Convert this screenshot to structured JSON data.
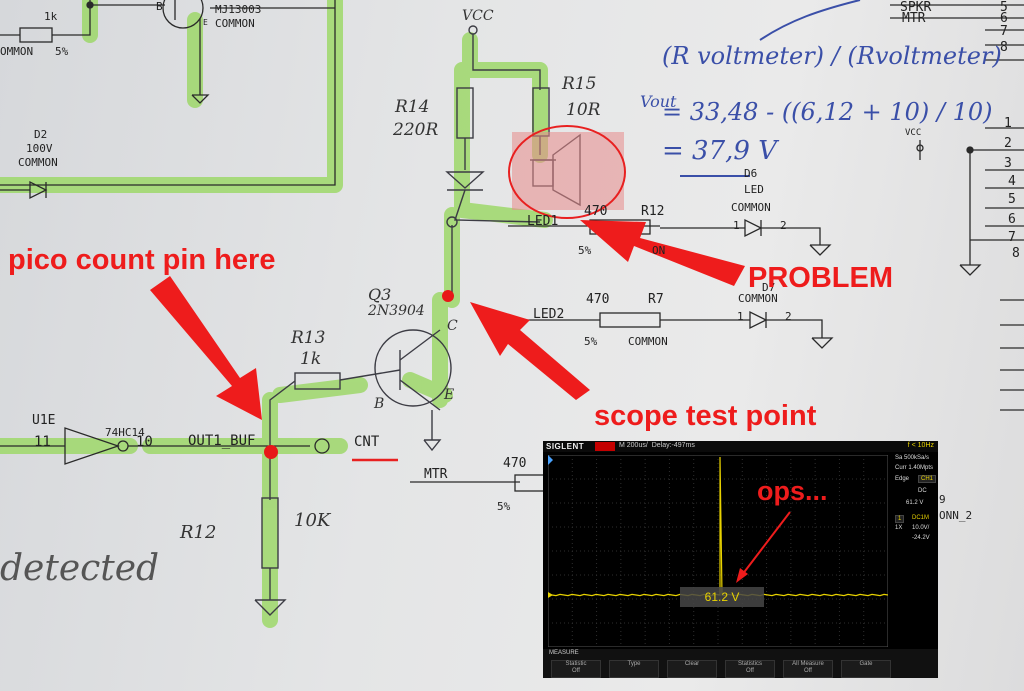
{
  "schematic": {
    "q_top_part": "MJ13003",
    "q_top_common": "COMMON",
    "q_top_b": "B",
    "q_top_e": "E",
    "r_top_value": "1k",
    "r_top_common": "OMMON",
    "r_top_tol": "5%",
    "d2_ref": "D2",
    "d2_value": "100V",
    "d2_common": "COMMON",
    "vcc_left": "VCC",
    "r14_ref": "R14",
    "r14_value": "220R",
    "r15_ref": "R15",
    "r15_value": "10R",
    "led1_net": "LED1",
    "led1_r_value": "470",
    "led1_r_ref": "R12",
    "led1_tol": "5%",
    "led1_common_partial": "ON",
    "d6_ref": "D6",
    "d6_value": "LED",
    "d6_common": "COMMON",
    "d6_pin1": "1",
    "d6_pin2": "2",
    "led2_net": "LED2",
    "led2_r_value": "470",
    "led2_r_ref": "R7",
    "led2_tol": "5%",
    "led2_common": "COMMON",
    "d7_ref": "D7",
    "d7_common": "COMMON",
    "d7_pin1": "1",
    "d7_pin2": "2",
    "q3_ref": "Q3",
    "q3_part": "2N3904",
    "q3_c": "C",
    "q3_b": "B",
    "q3_e": "E",
    "r13_ref": "R13",
    "r13_value": "1k",
    "u1e_ref": "U1E",
    "u1e_part": "74HC14",
    "u1e_pin_in": "11",
    "u1e_pin_out": "10",
    "out1_net": "OUT1_BUF",
    "cnt_label": "CNT",
    "r12_ref": "R12",
    "r12_value": "10K",
    "mtr_net": "MTR",
    "mtr_r_value": "470",
    "mtr_tol": "5%",
    "conn_partial": "ONN_2",
    "conn_pin9": "9",
    "right_conn_top": "SPKR",
    "right_conn_mtr": "MTR",
    "right_conn_pins_a": [
      "5",
      "6",
      "7",
      "8"
    ],
    "right_conn_pins_b": [
      "1",
      "2",
      "3",
      "4",
      "5",
      "6",
      "7",
      "8"
    ],
    "vcc_right": "VCC",
    "detected_text": "detected"
  },
  "handwritten_math": {
    "line1": "(R voltmeter) / (Rvoltmeter)",
    "vout_label": "Vout",
    "eq1": "= 33,48 - ((6,12 + 10) / 10)",
    "eq2": "= 37,9 V"
  },
  "annotations": {
    "pico": "pico count pin here",
    "problem": "PROBLEM",
    "scope_tp": "scope test point",
    "ops": "ops..."
  },
  "scope": {
    "brand": "SIGLENT",
    "timebase": "M 200us/",
    "delay": "Delay:-497ms",
    "trig_freq": "f < 10Hz",
    "sample_rate": "Sa 500kSa/s",
    "curr_mem": "Curr 1.40Mpts",
    "trig_type": "Edge",
    "trig_src": "CH1",
    "trig_coupling": "DC",
    "trig_level": "61.2 V",
    "ch1_label": "1",
    "ch1_coupling": "DC1M",
    "ch1_probe": "1X",
    "ch1_scale": "10.0V/",
    "ch1_offset": "-24.2V",
    "readout": "61.2 V",
    "measure_title": "MEASURE",
    "buttons": [
      {
        "label": "Statistic",
        "value": "Off"
      },
      {
        "label": "Type",
        "value": ""
      },
      {
        "label": "Clear",
        "value": ""
      },
      {
        "label": "Statistics",
        "value": "Off"
      },
      {
        "label": "All Measure",
        "value": "Off"
      },
      {
        "label": "Gate",
        "value": ""
      }
    ]
  },
  "colors": {
    "highlight_green": "#9ed86a",
    "annotation_red": "#ee1c1c",
    "trace_yellow": "#e8d200",
    "ink_blue": "#3a4fa8"
  }
}
